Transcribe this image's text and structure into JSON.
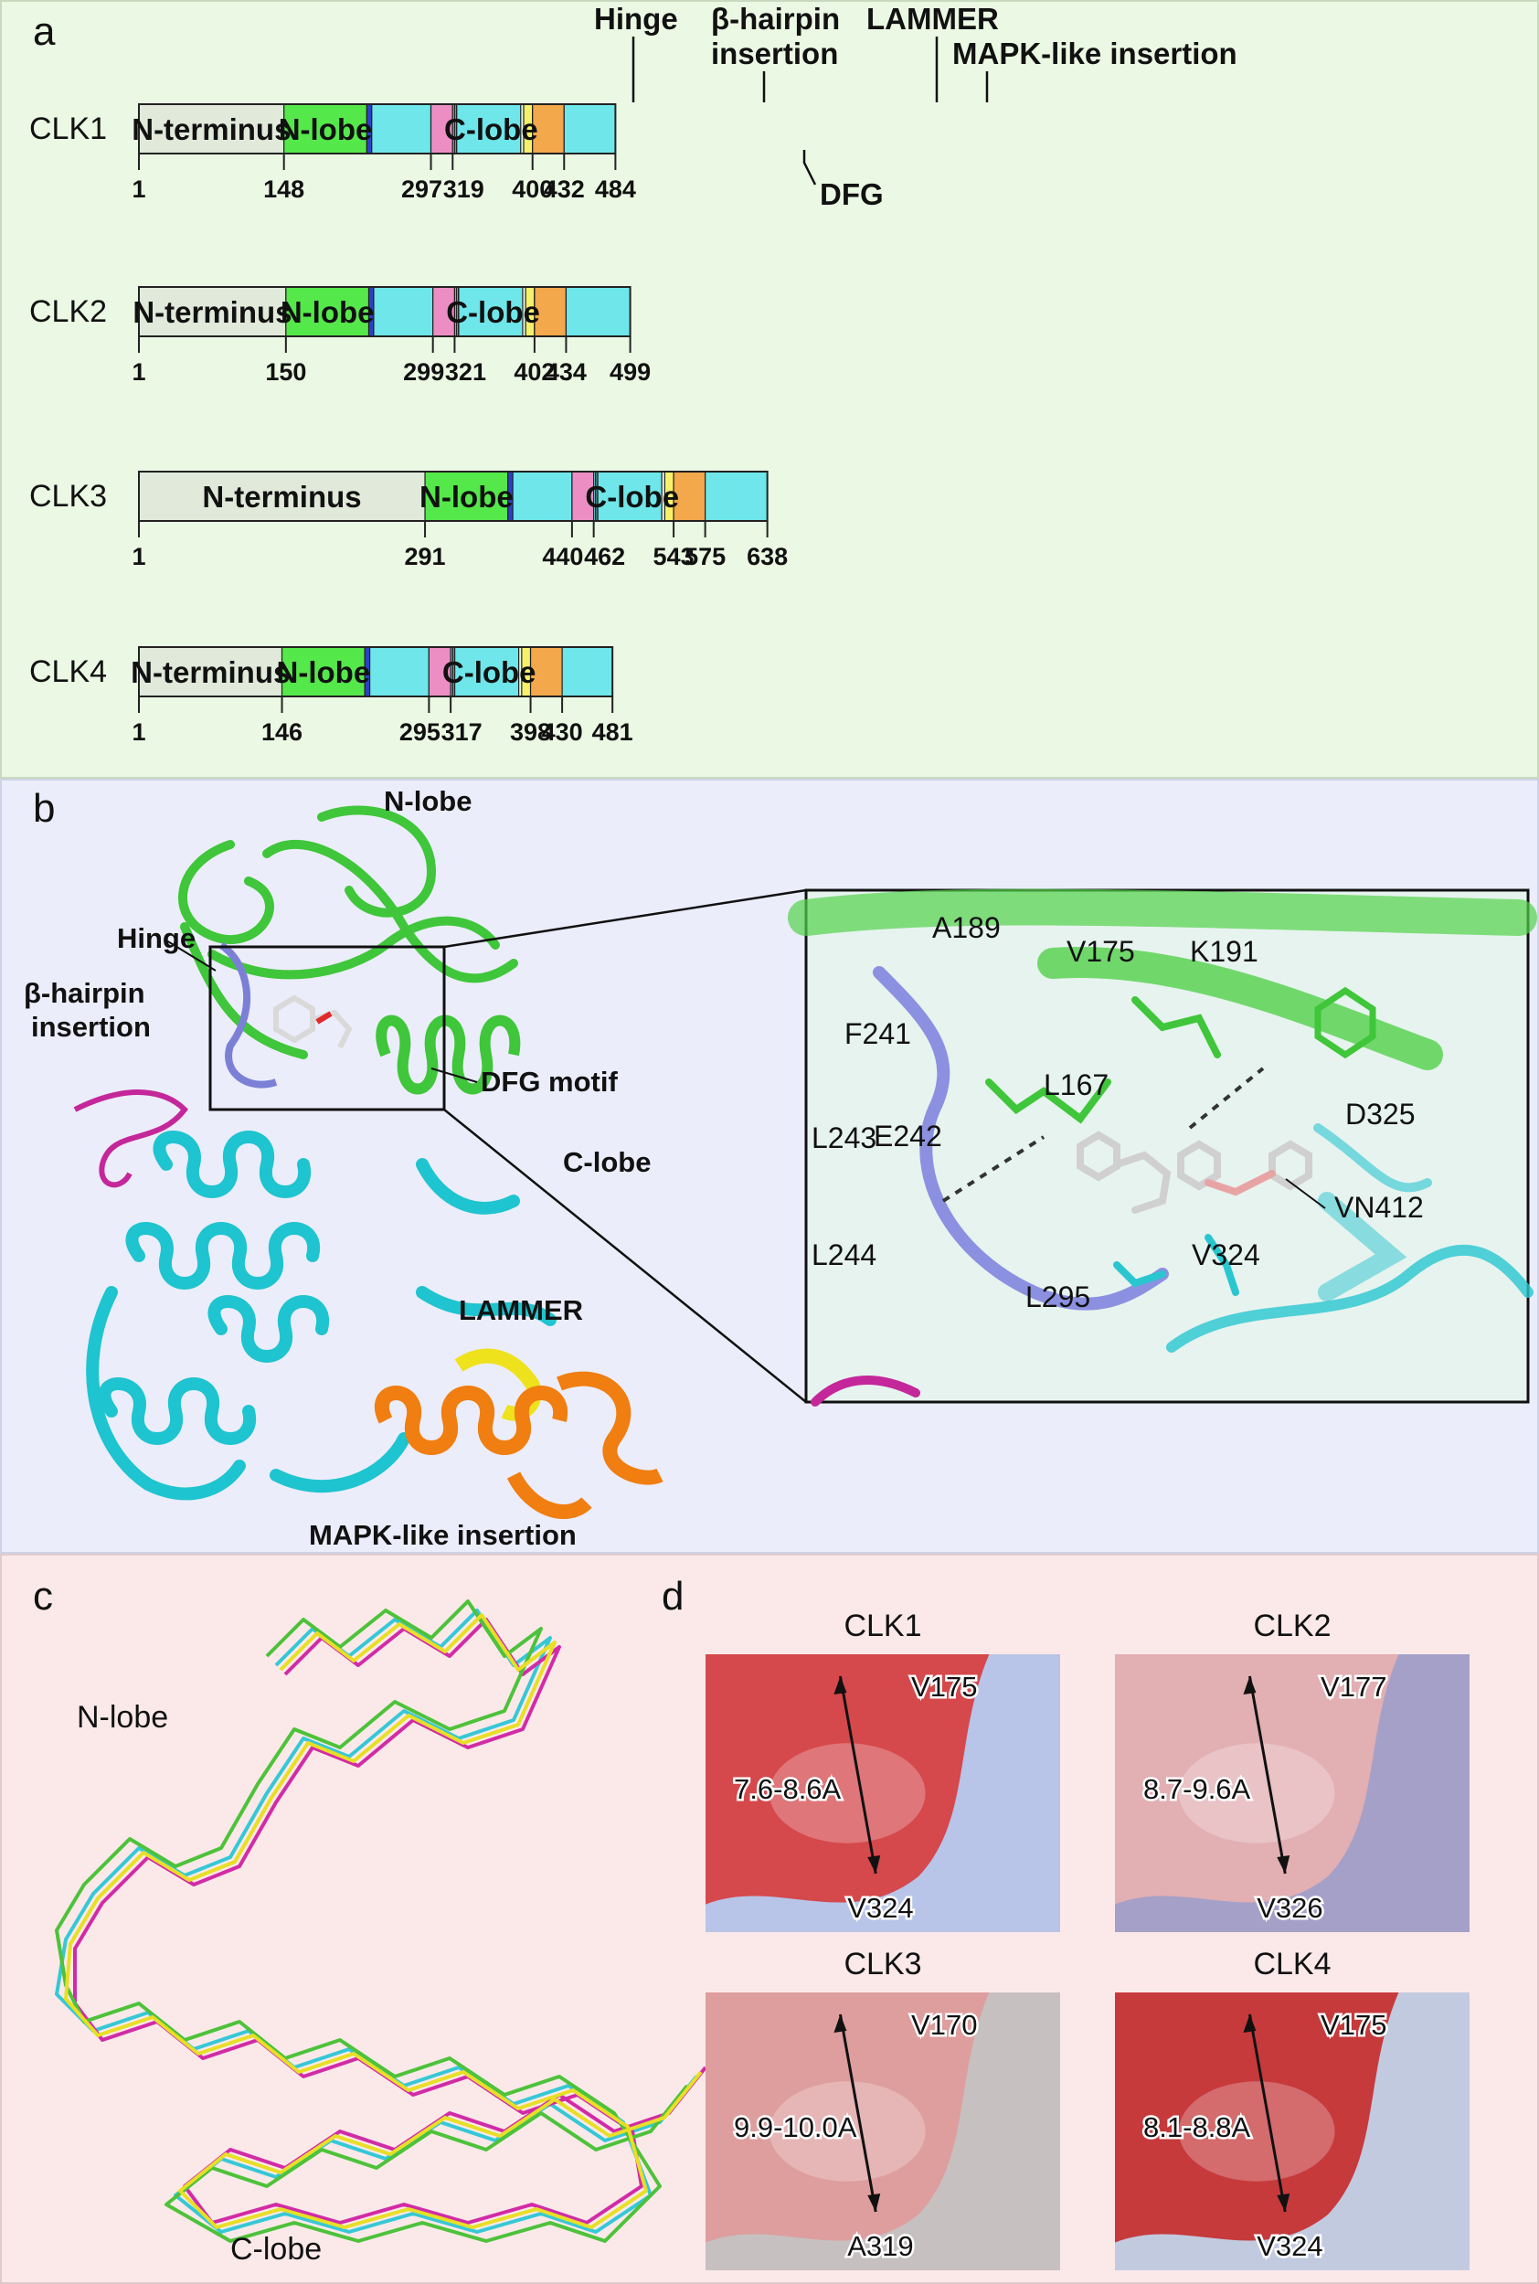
{
  "panel_a": {
    "label": "a",
    "headers": {
      "hinge": "Hinge",
      "hairpin_1": "β-hairpin",
      "hairpin_2": "insertion",
      "lammer": "LAMMER",
      "mapk": "MAPK-like insertion",
      "dfg": "DFG"
    },
    "domain_labels": {
      "nterm": "N-terminus",
      "nlobe": "N-lobe",
      "clobe": "C-lobe"
    },
    "colors": {
      "nterm": "#e0e9da",
      "nlobe": "#55e84a",
      "hinge": "#2e3fc9",
      "body": "#6ee6ea",
      "hairpin": "#ec8ec4",
      "lammer": "#f5f16a",
      "mapk": "#f3a84b"
    },
    "proteins": [
      {
        "name": "CLK1",
        "length": 484,
        "ticks": [
          "1",
          "148",
          "297",
          "319",
          "400",
          "432",
          "484"
        ]
      },
      {
        "name": "CLK2",
        "length": 499,
        "ticks": [
          "1",
          "150",
          "299",
          "321",
          "402",
          "434",
          "499"
        ]
      },
      {
        "name": "CLK3",
        "length": 638,
        "ticks": [
          "1",
          "291",
          "440",
          "462",
          "543",
          "575",
          "638"
        ]
      },
      {
        "name": "CLK4",
        "length": 481,
        "ticks": [
          "1",
          "146",
          "295",
          "317",
          "398",
          "430",
          "481"
        ]
      }
    ]
  },
  "panel_b": {
    "label": "b",
    "labels": {
      "nlobe": "N-lobe",
      "hinge": "Hinge",
      "hairpin_1": "β-hairpin",
      "hairpin_2": "insertion",
      "dfg": "DFG motif",
      "clobe": "C-lobe",
      "lammer": "LAMMER",
      "mapk": "MAPK-like insertion"
    },
    "residues": [
      "A189",
      "V175",
      "K191",
      "F241",
      "L167",
      "D325",
      "L243",
      "E242",
      "VN412",
      "L244",
      "V324",
      "L295"
    ],
    "colors": {
      "nlobe": "#3fc63a",
      "clobe": "#1ec4cf",
      "hinge": "#7b80d6",
      "hairpin": "#c4279a",
      "lammer": "#eee21c",
      "mapk": "#f07e10"
    }
  },
  "panel_c": {
    "label": "c",
    "labels": {
      "nlobe": "N-lobe",
      "clobe": "C-lobe"
    },
    "colors": [
      "#36c8d6",
      "#d22ba6",
      "#4dc23a",
      "#e8df25"
    ]
  },
  "panel_d": {
    "label": "d",
    "pockets": [
      {
        "title": "CLK1",
        "top": "V175",
        "distance": "7.6-8.6A",
        "bottom": "V324"
      },
      {
        "title": "CLK2",
        "top": "V177",
        "distance": "8.7-9.6A",
        "bottom": "V326"
      },
      {
        "title": "CLK3",
        "top": "V170",
        "distance": "9.9-10.0A",
        "bottom": "A319"
      },
      {
        "title": "CLK4",
        "top": "V175",
        "distance": "8.1-8.8A",
        "bottom": "V324"
      }
    ]
  }
}
